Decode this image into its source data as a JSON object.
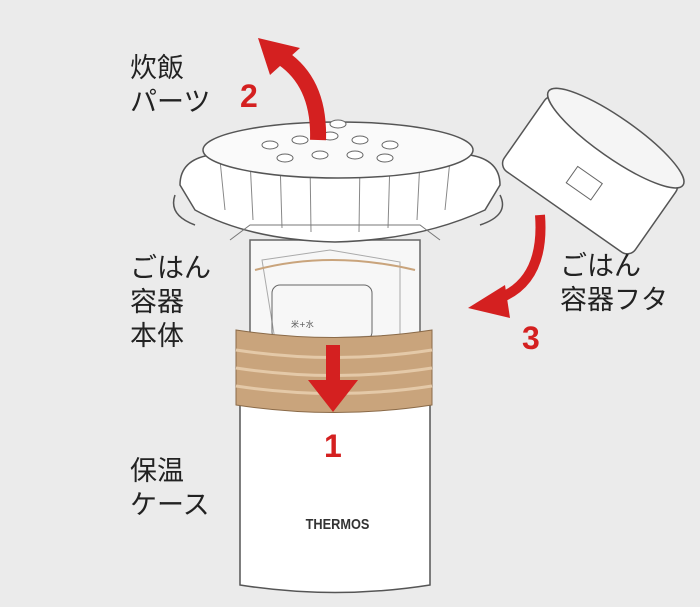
{
  "labels": {
    "rice_parts": "炊飯\nパーツ",
    "container_body": "ごはん\n容器\n本体",
    "container_lid": "ごはん\n容器フタ",
    "insulated_case": "保温\nケース"
  },
  "steps": {
    "one": "1",
    "two": "2",
    "three": "3"
  },
  "brand": "THERMOS",
  "fill_mark": "米+水",
  "colors": {
    "arrow": "#d42020",
    "band": "#c9a47c",
    "background": "#ebebeb"
  }
}
